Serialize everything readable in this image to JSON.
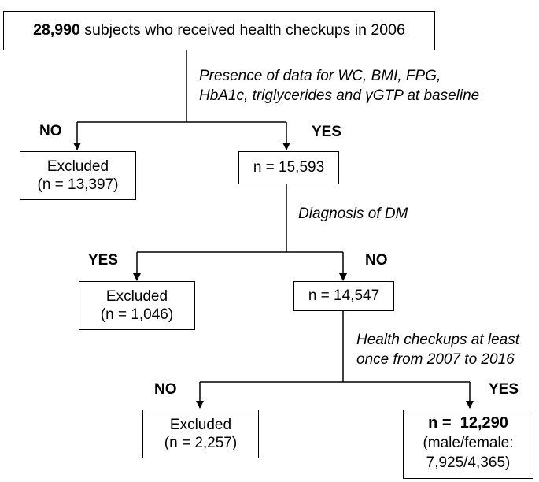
{
  "top_box": {
    "count": "28,990",
    "text": " subjects who received health checkups in 2006"
  },
  "criteria": [
    {
      "lines": [
        "Presence of data for WC, BMI, FPG,",
        "HbA1c, triglycerides and γGTP at baseline"
      ],
      "no": "NO",
      "yes": "YES"
    },
    {
      "lines": [
        "Diagnosis of DM"
      ],
      "no": "NO",
      "yes": "YES"
    },
    {
      "lines": [
        "Health checkups at least",
        "once from 2007 to 2016"
      ],
      "no": "NO",
      "yes": "YES"
    }
  ],
  "excluded": [
    {
      "title": "Excluded",
      "count": "(n = 13,397)"
    },
    {
      "title": "Excluded",
      "count": "(n = 1,046)"
    },
    {
      "title": "Excluded",
      "count": "(n = 2,257)"
    }
  ],
  "retained": [
    {
      "count": "n = 15,593"
    },
    {
      "count": "n = 14,547"
    }
  ],
  "final_box": {
    "count_prefix": "n = ",
    "count": "12,290",
    "line2": "(male/female:",
    "line3": "7,925/4,365)"
  }
}
